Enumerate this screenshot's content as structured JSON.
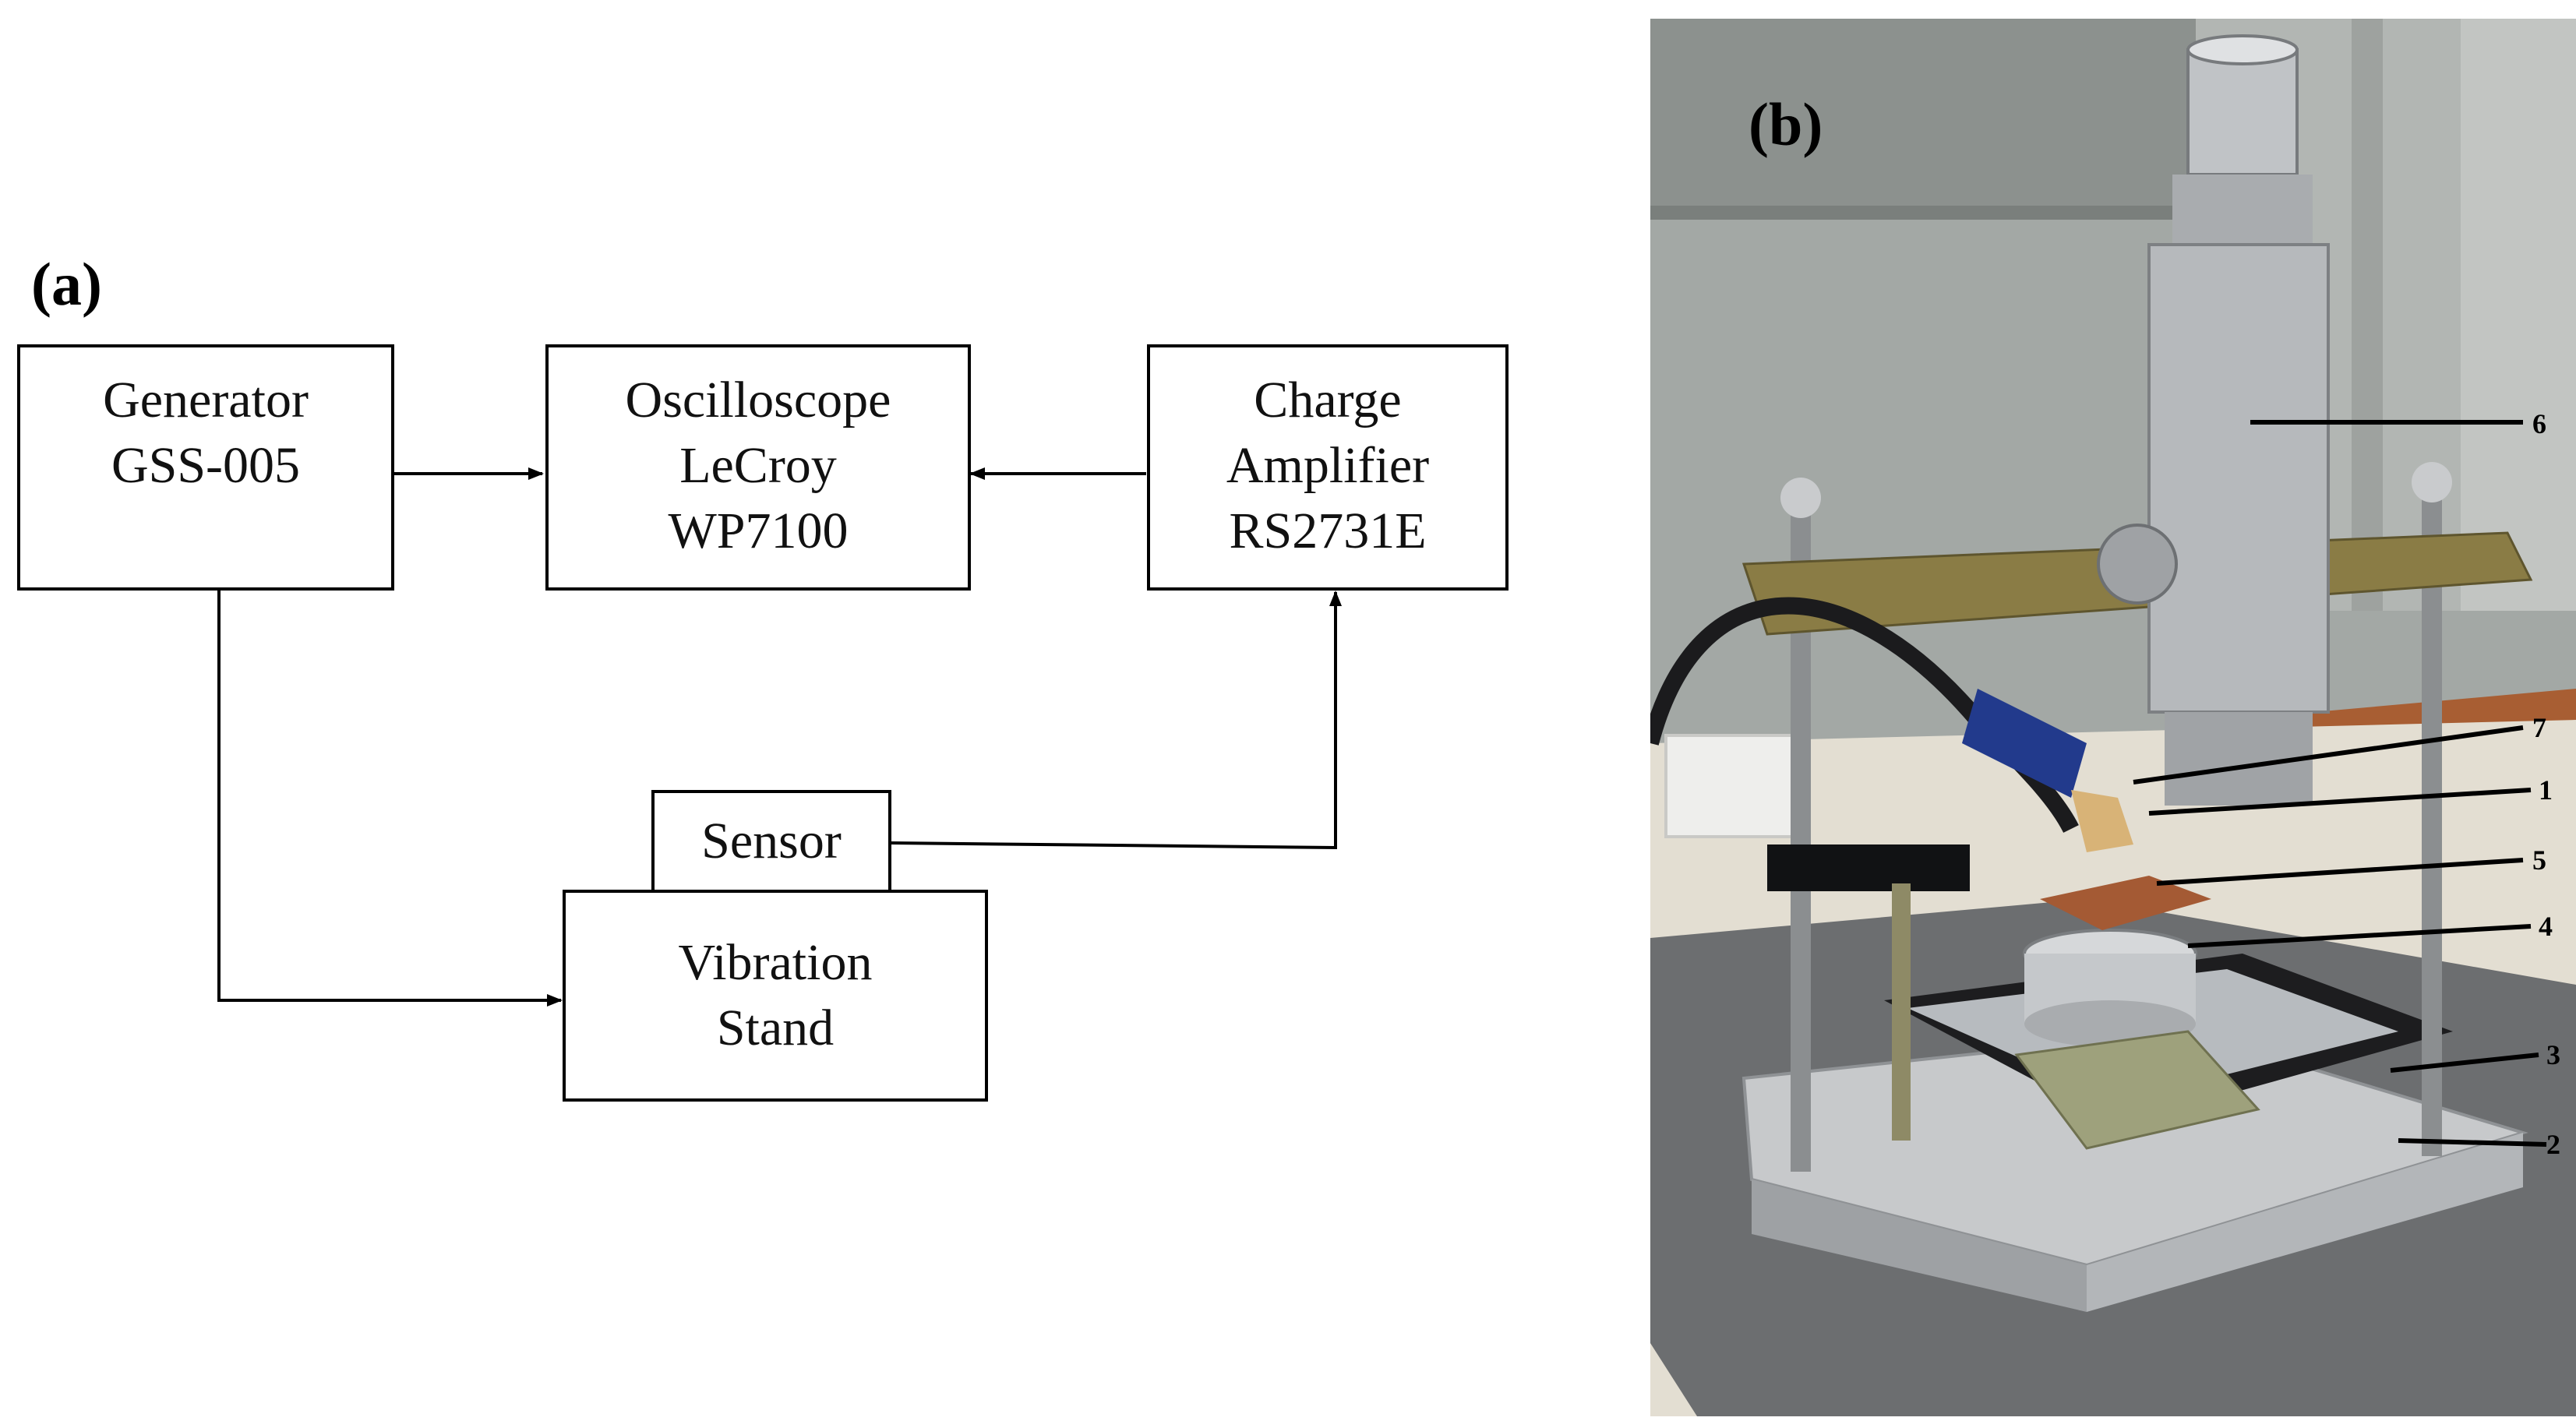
{
  "panel_a": {
    "label": "(a)",
    "generator": {
      "line1": "Generator",
      "line2": "GSS-005"
    },
    "oscilloscope": {
      "line1": "Oscilloscope",
      "line2": "LeCroy",
      "line3": "WP7100"
    },
    "amplifier": {
      "line1": "Charge",
      "line2": "Amplifier",
      "line3": "RS2731E"
    },
    "sensor": {
      "line1": "Sensor"
    },
    "stand": {
      "line1": "Vibration",
      "line2": "Stand"
    }
  },
  "panel_b": {
    "label": "(b)",
    "callouts": [
      "6",
      "7",
      "1",
      "5",
      "4",
      "3",
      "2"
    ]
  },
  "colors": {
    "line": "#000000",
    "wall": "#9aa09c",
    "bench": "#e6e1d6",
    "foam": "#6b6d6e",
    "steel": "#b9bcbf",
    "brass": "#8a7a3a"
  }
}
